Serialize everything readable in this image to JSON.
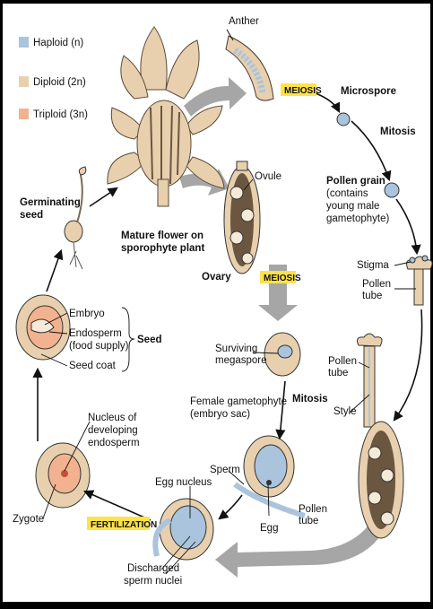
{
  "legend": [
    {
      "label": "Haploid (n)",
      "color": "#a9c4dc"
    },
    {
      "label": "Diploid (2n)",
      "color": "#e8d0ae"
    },
    {
      "label": "Triploid (3n)",
      "color": "#f3b28f"
    }
  ],
  "labels": {
    "anther": "Anther",
    "meiosis_top": "MEIOSIS",
    "microspore": "Microspore",
    "mitosis_right": "Mitosis",
    "pollen_grain": "Pollen grain",
    "pollen_grain_note1": "(contains",
    "pollen_grain_note2": "young male",
    "pollen_grain_note3": "gametophyte)",
    "stigma": "Stigma",
    "pollen_tube_1a": "Pollen",
    "pollen_tube_1b": "tube",
    "pollen_tube_2a": "Pollen",
    "pollen_tube_2b": "tube",
    "style": "Style",
    "ovule": "Ovule",
    "ovary": "Ovary",
    "meiosis_mid": "MEIOSIS",
    "surviving_megaspore_1": "Surviving",
    "surviving_megaspore_2": "megaspore",
    "mitosis_mid": "Mitosis",
    "female_gametophyte_1": "Female gametophyte",
    "female_gametophyte_2": "(embryo sac)",
    "sperm": "Sperm",
    "egg": "Egg",
    "pollen_tube_3a": "Pollen",
    "pollen_tube_3b": "tube",
    "egg_nucleus": "Egg nucleus",
    "discharged_1": "Discharged",
    "discharged_2": "sperm nuclei",
    "fertilization": "FERTILIZATION",
    "zygote": "Zygote",
    "nucleus_dev_1": "Nucleus of",
    "nucleus_dev_2": "developing",
    "nucleus_dev_3": "endosperm",
    "embryo": "Embryo",
    "endosperm_1": "Endosperm",
    "endosperm_2": "(food supply)",
    "seed_coat": "Seed coat",
    "seed": "Seed",
    "germinating_1": "Germinating",
    "germinating_2": "seed",
    "mature_flower_1": "Mature flower on",
    "mature_flower_2": "sporophyte plant"
  },
  "colors": {
    "haploid": "#a9c4dc",
    "diploid": "#e8d0ae",
    "triploid": "#f3b28f",
    "tag_bg": "#fde24a",
    "gray_arrow": "#a6a6a6"
  }
}
